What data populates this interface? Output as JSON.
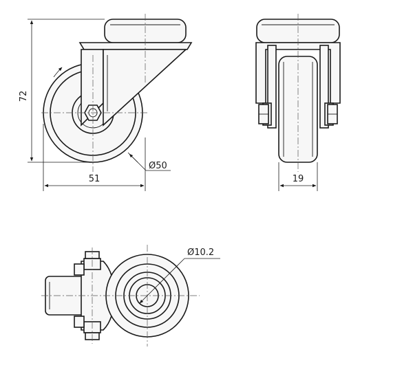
{
  "dimensions": {
    "height": "72",
    "width": "51",
    "wheel_diameter": "Ø50",
    "wheel_width": "19",
    "bolt_hole": "Ø10.2"
  }
}
